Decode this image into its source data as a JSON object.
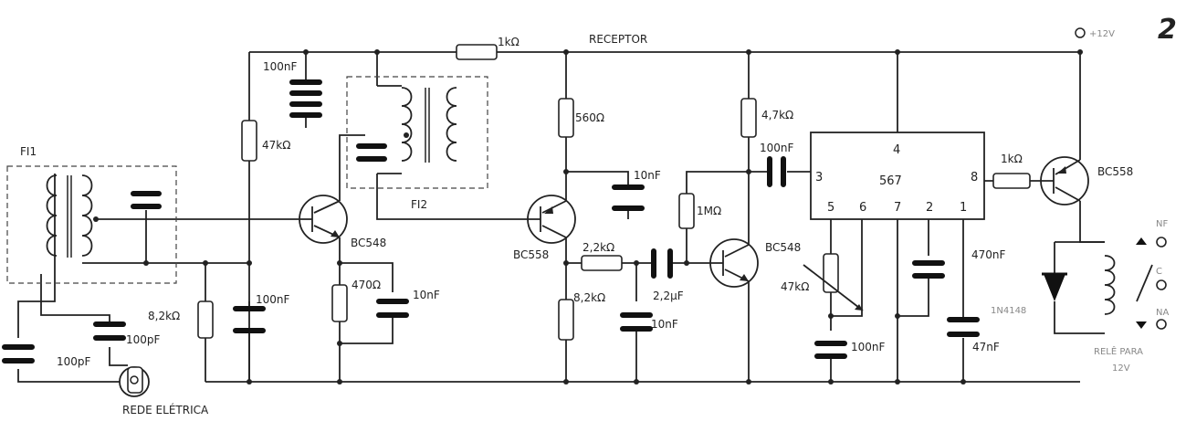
{
  "figure_number": "2",
  "labels": {
    "receptor": "RECEPTOR",
    "supply": "+12V",
    "r_1k_top": "1kΩ",
    "c_100nf_top": "100nF",
    "r_47k": "47kΩ",
    "fi1": "FI1",
    "fi2": "FI2",
    "bc548_q1": "BC548",
    "r_560": "560Ω",
    "c_10nf_top": "10nF",
    "bc558": "BC558",
    "r_2_2k": "2,2kΩ",
    "c_2_2uf": "2,2µF",
    "r_1m": "1MΩ",
    "r_4_7k": "4,7kΩ",
    "c_100nf_pin3": "100nF",
    "bc548_q3": "BC548",
    "pot_47k": "47kΩ",
    "r_8_2k_right": "8,2kΩ",
    "c_10nf_bottom": "10nF",
    "r_8_2k_left": "8,2kΩ",
    "c_100nf_left": "100nF",
    "r_470": "470Ω",
    "c_10nf_q1": "10nF",
    "c_100pf_mid": "100pF",
    "c_100pf_left": "100pF",
    "rede_eletrica": "REDE ELÉTRICA",
    "c_100nf_bottom": "100nF",
    "c_470nf": "470nF",
    "c_47nf": "47nF",
    "r_1k_right": "1kΩ",
    "bc558_q4": "BC558",
    "d_1n4148": "1N4148",
    "rele_para": "RELÊ PARA",
    "rele_voltage": "12V",
    "nf": "NF",
    "c": "C",
    "na": "NA"
  },
  "ic": {
    "part_number": "567",
    "pin1": "1",
    "pin2": "2",
    "pin3": "3",
    "pin4": "4",
    "pin5": "5",
    "pin6": "6",
    "pin7": "7",
    "pin8": "8"
  }
}
